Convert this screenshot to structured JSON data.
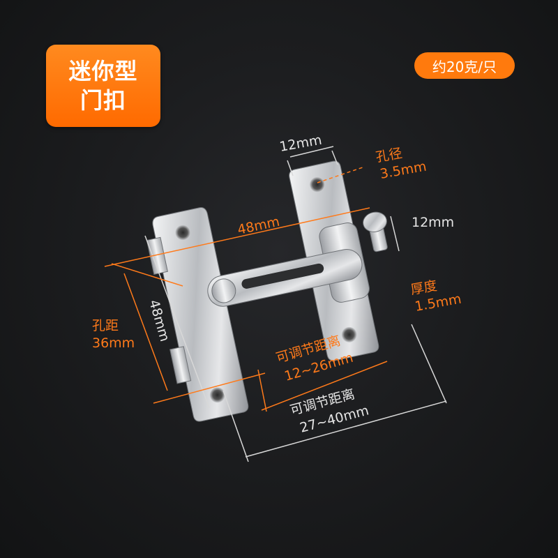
{
  "title_badge": {
    "line1": "迷你型",
    "line2": "门扣"
  },
  "weight_badge": "约20克/只",
  "dimensions": {
    "top_width": "12mm",
    "hole_diameter_label": "孔径",
    "hole_diameter_value": "3.5mm",
    "span": "48mm",
    "knob_width": "12mm",
    "height": "48mm",
    "thickness_label": "厚度",
    "thickness_value": "1.5mm",
    "hole_spacing_label": "孔距",
    "hole_spacing_value": "36mm",
    "adjust_range_1_label": "可调节距离",
    "adjust_range_1_value": "12~26mm",
    "adjust_range_2_label": "可调节距离",
    "adjust_range_2_value": "27~40mm"
  },
  "colors": {
    "accent": "#ff7a0d",
    "background": "#17181a",
    "metal": "#c8cacd"
  }
}
